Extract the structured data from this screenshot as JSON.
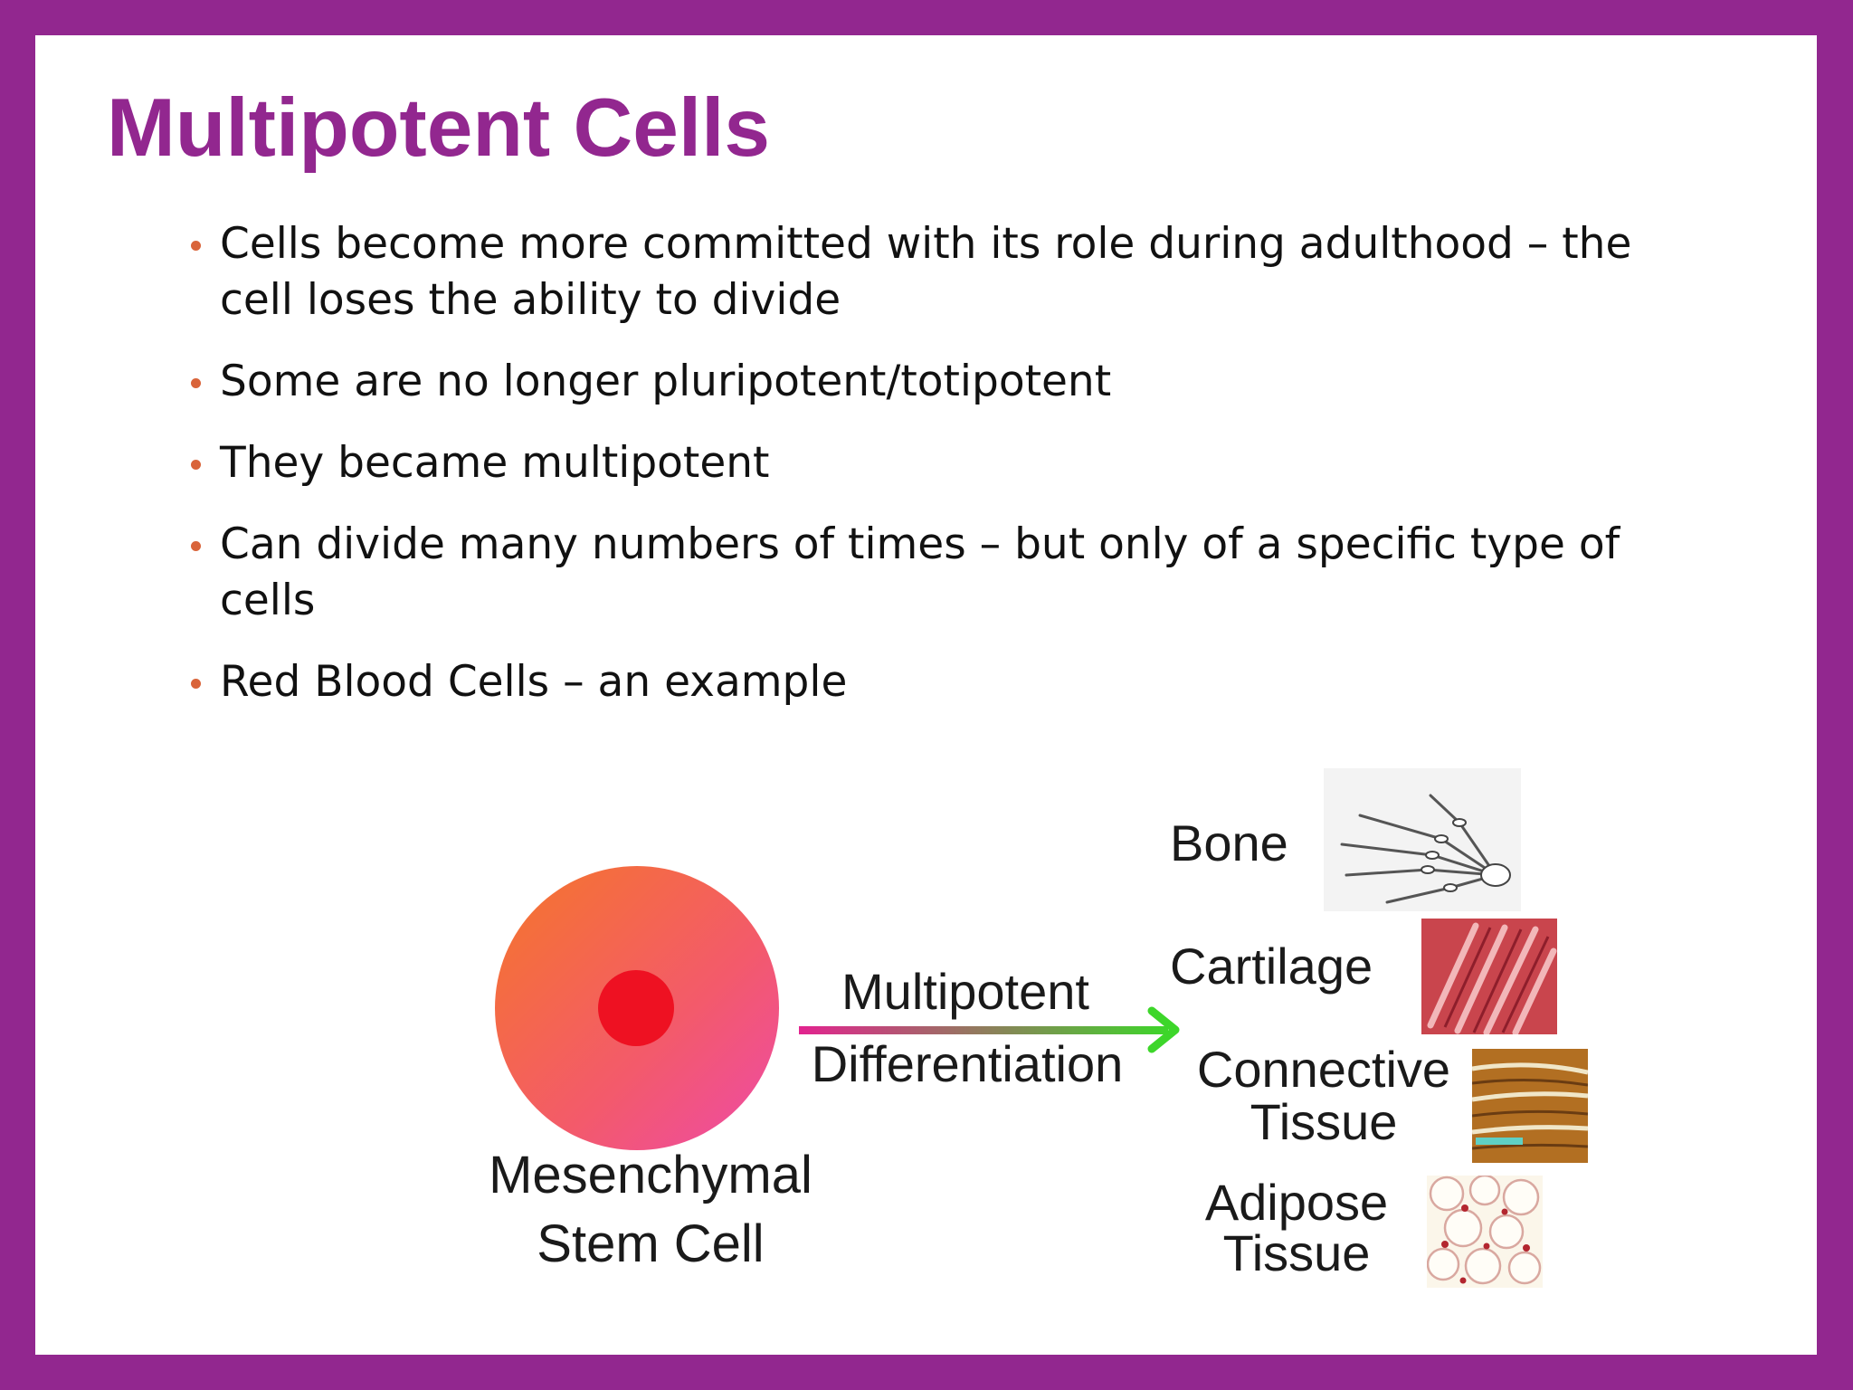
{
  "slide": {
    "title": "Multipotent Cells",
    "bullets": [
      "Cells become more committed with its role during adulthood – the cell loses the ability to divide",
      "Some are no longer pluripotent/totipotent",
      "They became multipotent",
      "Can divide many numbers of times – but only of a specific type of cells",
      "Red Blood Cells – an example"
    ]
  },
  "diagram": {
    "source_line1": "Mesenchymal",
    "source_line2": "Stem Cell",
    "arrow_line1": "Multipotent",
    "arrow_line2": "Differentiation",
    "targets": [
      {
        "line1": "Bone",
        "line2": "",
        "thumb_icon": "hand-skeleton-icon"
      },
      {
        "line1": "Cartilage",
        "line2": "",
        "thumb_icon": "cartilage-tissue-icon"
      },
      {
        "line1": "Connective",
        "line2": "Tissue",
        "thumb_icon": "connective-tissue-icon"
      },
      {
        "line1": "Adipose",
        "line2": "Tissue",
        "thumb_icon": "adipose-tissue-icon"
      }
    ]
  },
  "colors": {
    "frame": "#92278f",
    "title": "#92278f",
    "bullet": "#d9643a",
    "cell": "#f35a6b",
    "nucleus": "#ee1122",
    "arrow_start": "#e2238f",
    "arrow_end": "#3dd62a"
  }
}
